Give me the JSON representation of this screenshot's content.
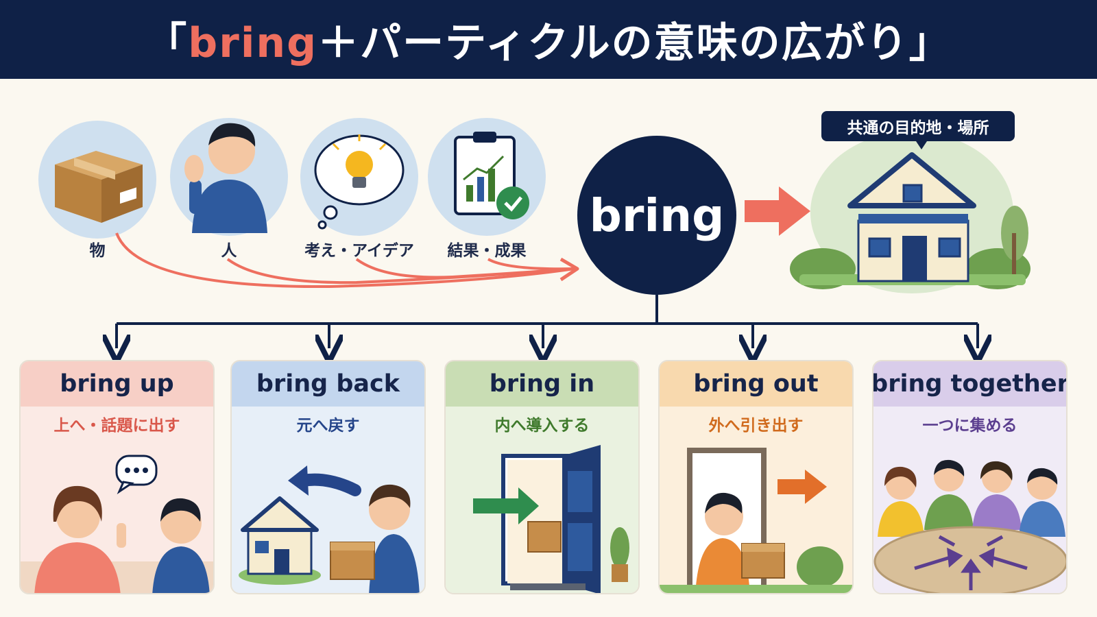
{
  "header": {
    "open_bracket": "「",
    "bring_word": "bring",
    "title_rest": "＋パーティクルの意味の広がり",
    "close_bracket": "」"
  },
  "sources": [
    {
      "label": "物",
      "icon": "box-icon"
    },
    {
      "label": "人",
      "icon": "waving-person-icon"
    },
    {
      "label": "考え・アイデア",
      "icon": "idea-bulb-icon"
    },
    {
      "label": "結果・成果",
      "icon": "results-clipboard-icon"
    }
  ],
  "center": {
    "label": "bring"
  },
  "destination": {
    "label": "共通の目的地・場所",
    "icon": "house-icon"
  },
  "cards": [
    {
      "title": "bring up",
      "meaning": "上へ・話題に出す",
      "head_color": "#f7cfc6",
      "body_color": "#fbeae5",
      "meaning_color": "#d9574a",
      "icon": "conversation-icon"
    },
    {
      "title": "bring back",
      "meaning": "元へ戻す",
      "head_color": "#c3d6ee",
      "body_color": "#e7eff8",
      "meaning_color": "#25458a",
      "icon": "return-box-icon"
    },
    {
      "title": "bring in",
      "meaning": "内へ導入する",
      "head_color": "#c9ddb4",
      "body_color": "#eaf2e0",
      "meaning_color": "#3f7a2c",
      "icon": "open-door-icon"
    },
    {
      "title": "bring out",
      "meaning": "外へ引き出す",
      "head_color": "#f8d9ae",
      "body_color": "#fcefdc",
      "meaning_color": "#d06a1c",
      "icon": "carry-out-icon"
    },
    {
      "title": "bring together",
      "meaning": "一つに集める",
      "head_color": "#d9cdea",
      "body_color": "#f0ebf6",
      "meaning_color": "#5b3e8f",
      "icon": "group-table-icon"
    }
  ],
  "colors": {
    "navy": "#0f2147",
    "coral": "#ee6f5f",
    "background": "#fbf8f0"
  }
}
